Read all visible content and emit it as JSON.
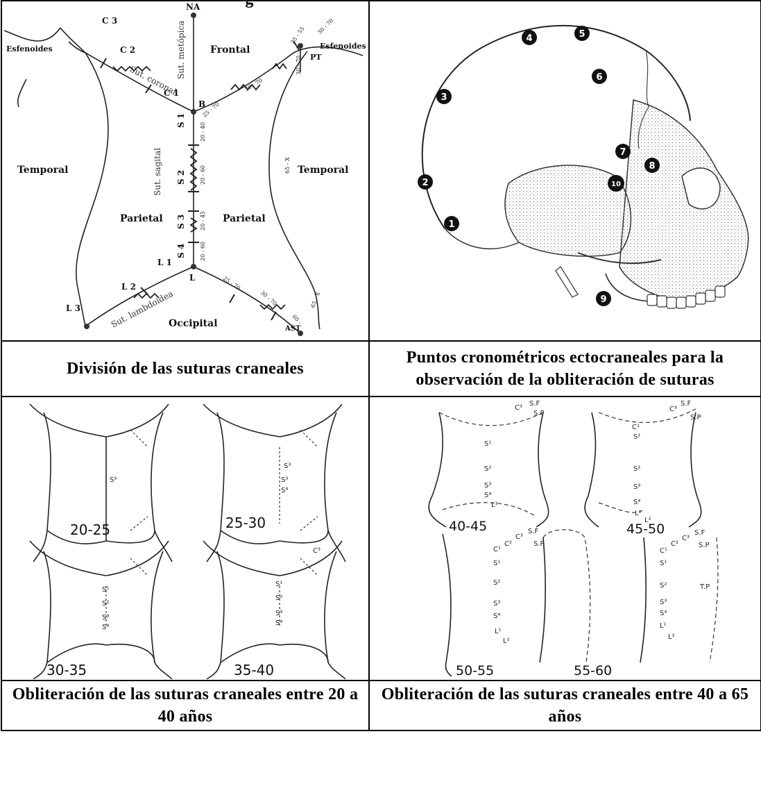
{
  "top_heading_fragment": "g",
  "cells": {
    "top_left": {
      "caption": "División de las suturas craneales",
      "labels": {
        "na": "NA",
        "frontal": "Frontal",
        "esfenoides_left": "Esfenoides",
        "esfenoides_right": "Esfenoides",
        "c3": "C 3",
        "c2": "C 2",
        "c1": "C 1",
        "b": "B",
        "pt": "PT",
        "sut_metopica": "Sut. metópica",
        "sut_coronal": "Sut. coronal",
        "sut_sagital": "Sut. sagital",
        "sut_lambdoidea": "Sut. lambdoidea",
        "s1": "S 1",
        "s2": "S 2",
        "s3": "S 3",
        "s4": "S 4",
        "temporal_left": "Temporal",
        "temporal_right": "Temporal",
        "parietal_left": "Parietal",
        "parietal_right": "Parietal",
        "l": "L",
        "l1": "L 1",
        "l2": "L 2",
        "l3": "L 3",
        "occipital": "Occipital",
        "ast": "AST",
        "r_25_55": "25 - 55",
        "r_30_70a": "30 - 70",
        "r_30_70b": "30 - 70",
        "r_30_70c": "30 - 70",
        "r_25_70a": "25 - 70",
        "r_20_40": "20 - 40",
        "r_20_60a": "20 - 60",
        "r_20_45": "20 - 45",
        "r_20_60b": "20 - 60",
        "r_65x_a": "65 - X",
        "r_25_70b": "25 - 70",
        "r_30_70d": "30 - 70",
        "r_60": "60 -",
        "r_65x_b": "65 - X"
      }
    },
    "top_right": {
      "caption": "Puntos cronométricos ectocraneales para la observación de la obliteración de suturas",
      "points": [
        "1",
        "2",
        "3",
        "4",
        "5",
        "6",
        "7",
        "8",
        "9",
        "10"
      ]
    },
    "bottom_left": {
      "caption": "Obliteración de las suturas craneales entre 20 a 40 años",
      "panels": [
        "20-25",
        "25-30",
        "30-35",
        "35-40"
      ],
      "marks": {
        "s": "S",
        "c3": "C³",
        "s1": "S¹",
        "s2": "S²",
        "s3": "S³",
        "s4": "S⁴"
      }
    },
    "bottom_right": {
      "caption": "Obliteración de las suturas craneales entre 40 a 65 años",
      "panels": [
        "40-45",
        "45-50",
        "50-55",
        "55-60"
      ],
      "marks": {
        "c1": "C¹",
        "c2": "C²",
        "c3": "C³",
        "sf": "S.F",
        "sp": "S.P",
        "s1": "S¹",
        "s2": "S²",
        "s3": "S³",
        "s4": "S⁴",
        "l1": "L¹",
        "l2": "L²",
        "tp": "T.P"
      }
    }
  }
}
